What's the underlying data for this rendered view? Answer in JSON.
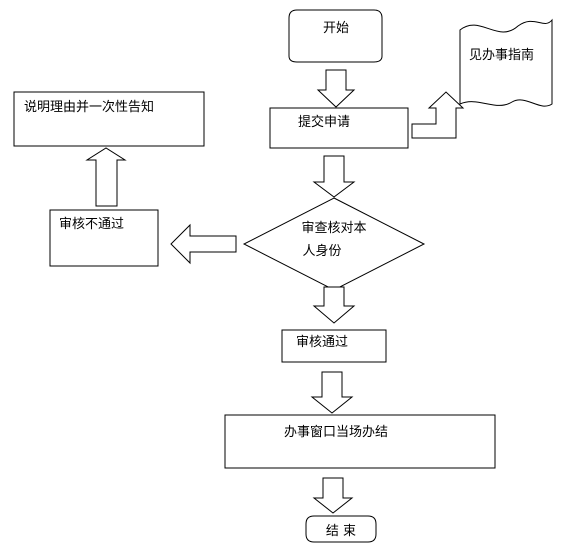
{
  "nodes": {
    "start": "开始",
    "submit": "提交申请",
    "guide": "见办事指南",
    "review_line1": "审查核对本",
    "review_line2": "人身份",
    "rejected": "审核不通过",
    "explain": "说明理由并一次性告知",
    "approved": "审核通过",
    "complete": "办事窗口当场办结",
    "end": "结 束"
  }
}
